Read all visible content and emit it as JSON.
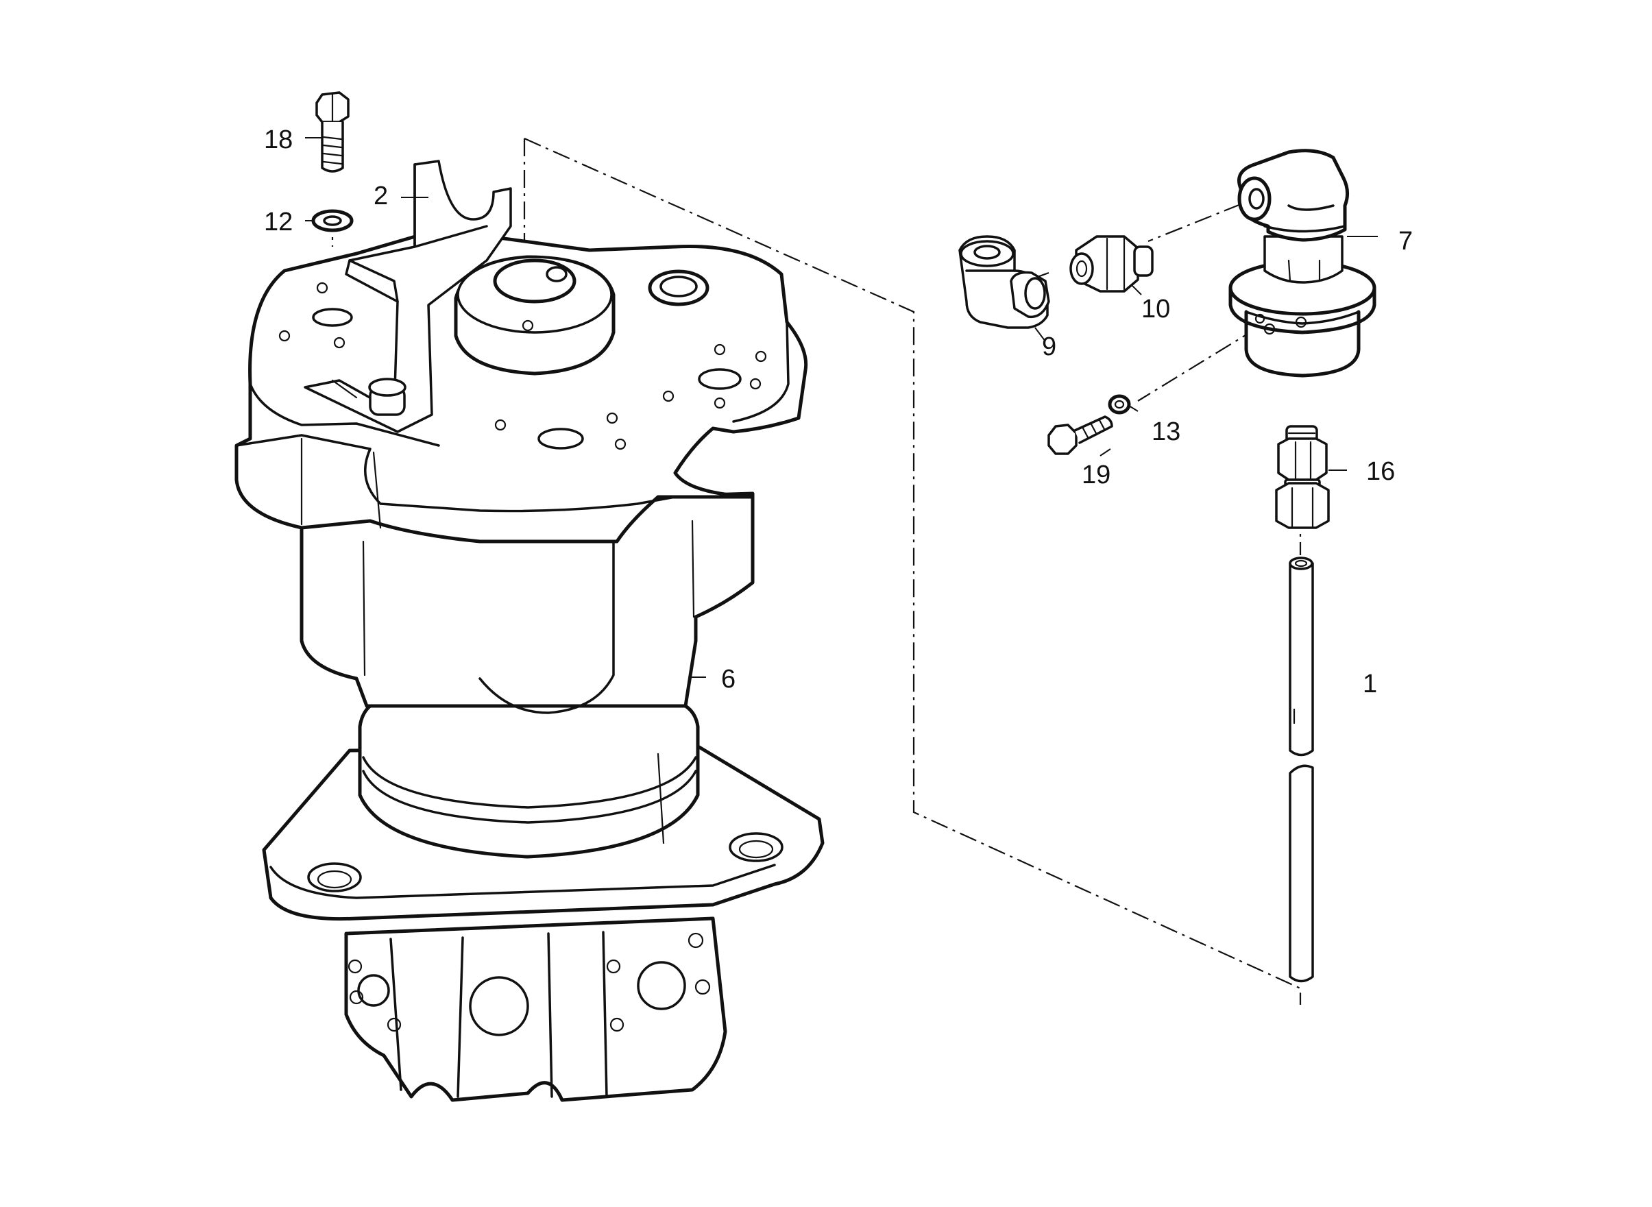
{
  "callouts": {
    "c1": "1",
    "c2": "2",
    "c6": "6",
    "c7": "7",
    "c9": "9",
    "c10": "10",
    "c12": "12",
    "c13": "13",
    "c16": "16",
    "c18": "18",
    "c19": "19"
  },
  "colors": {
    "ink": "#111111",
    "background": "#ffffff"
  }
}
